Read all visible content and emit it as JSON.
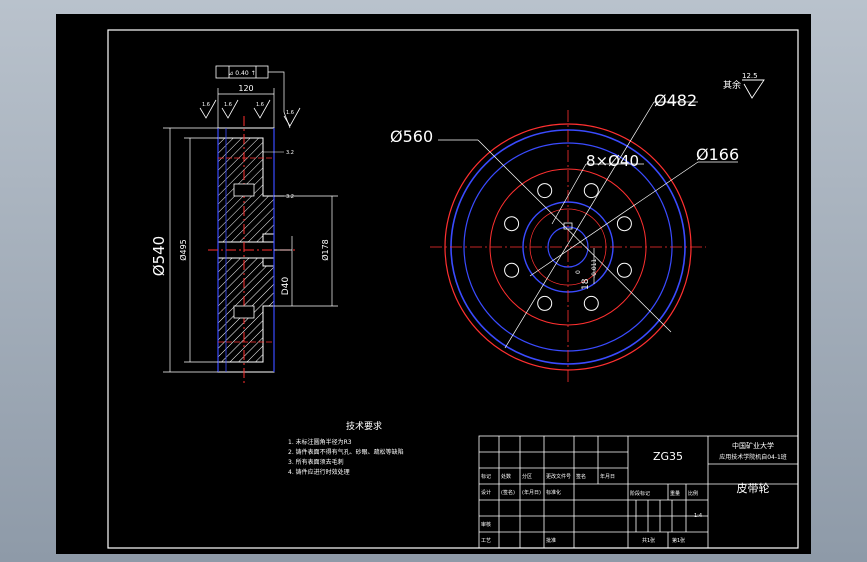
{
  "drawing": {
    "title": "皮带轮",
    "material": "ZG35",
    "organization_line1": "中国矿业大学",
    "organization_line2": "应用技术学院机自04-1班",
    "scale": "1:4",
    "surface_note_label": "其余",
    "surface_note_value": "12.5"
  },
  "front_view": {
    "dim_outer": "Ø560",
    "dim_rim": "Ø482",
    "dim_holes": "8×Ø40",
    "dim_hub": "Ø166",
    "dim_bore_tol": "18",
    "dim_bore_tol_upper": "0",
    "dim_bore_tol_lower": "-0.011"
  },
  "section_view": {
    "dim_width": "120",
    "dim_outer": "Ø540",
    "dim_inner": "Ø495",
    "dim_hub": "Ø178",
    "dim_bore": "D40",
    "tolerance_frame": "⊿ 0.40 ↑",
    "roughness_marks": [
      "1.6",
      "1.6",
      "1.6",
      "1.6"
    ],
    "roughness_small": [
      "3.2",
      "3.2"
    ]
  },
  "tech_requirements": {
    "heading": "技术要求",
    "items": [
      "1. 未标注圆角半径为R3",
      "2. 铸件表面不得有气孔、砂眼、疏松等缺陷",
      "3. 所有表面须去毛刺",
      "4. 铸件应进行时效处理"
    ]
  },
  "title_block": {
    "row_labels": [
      "标记",
      "处数",
      "分区",
      "更改文件号",
      "签名",
      "年月日"
    ],
    "designer_row": [
      "设计",
      "(签名)",
      "(年月日)",
      "标准化"
    ],
    "stage_labels": [
      "阶段标记",
      "重量",
      "比例"
    ],
    "bottom_labels": [
      "审核",
      "工艺",
      "批准"
    ],
    "sheet_labels": [
      "共1张",
      "第1张"
    ]
  },
  "colors": {
    "sheet": "#000000",
    "line": "#ffffff",
    "center": "#ff3030",
    "blue": "#3a4bff",
    "hatch": "#ffffff"
  }
}
